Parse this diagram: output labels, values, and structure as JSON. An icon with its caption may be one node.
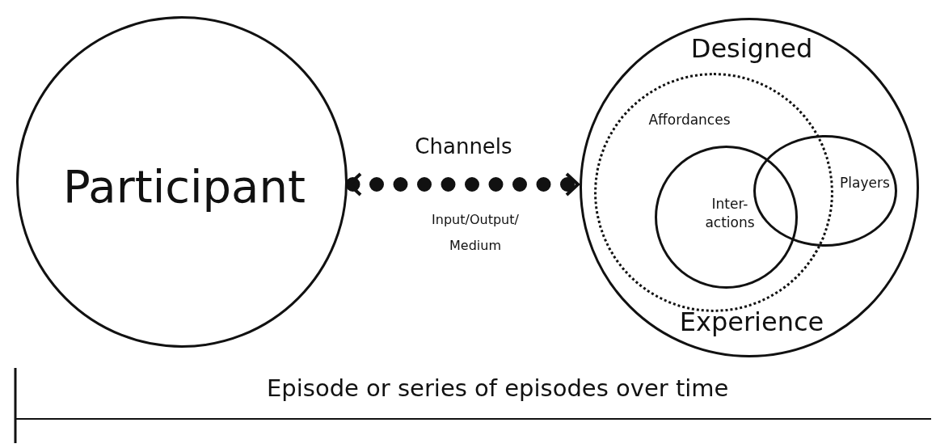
{
  "diagram": {
    "nodes": [
      {
        "text": [
          "Participant"
        ]
      },
      {
        "text": [
          "Designed",
          "Experience"
        ]
      },
      {
        "text": [
          "Affordances"
        ],
        "in": 1
      },
      {
        "text": [
          "Inter- actions"
        ],
        "in": 2
      },
      {
        "text": [
          "Players"
        ],
        "in": 1
      }
    ],
    "edges": [
      {
        "from": 0,
        "to": 1,
        "arrow": "both",
        "label": "Channels",
        "style": "dashed"
      }
    ],
    "labels": [
      "Input/Output/ Medium",
      "Episode or series of episodes over time"
    ]
  }
}
